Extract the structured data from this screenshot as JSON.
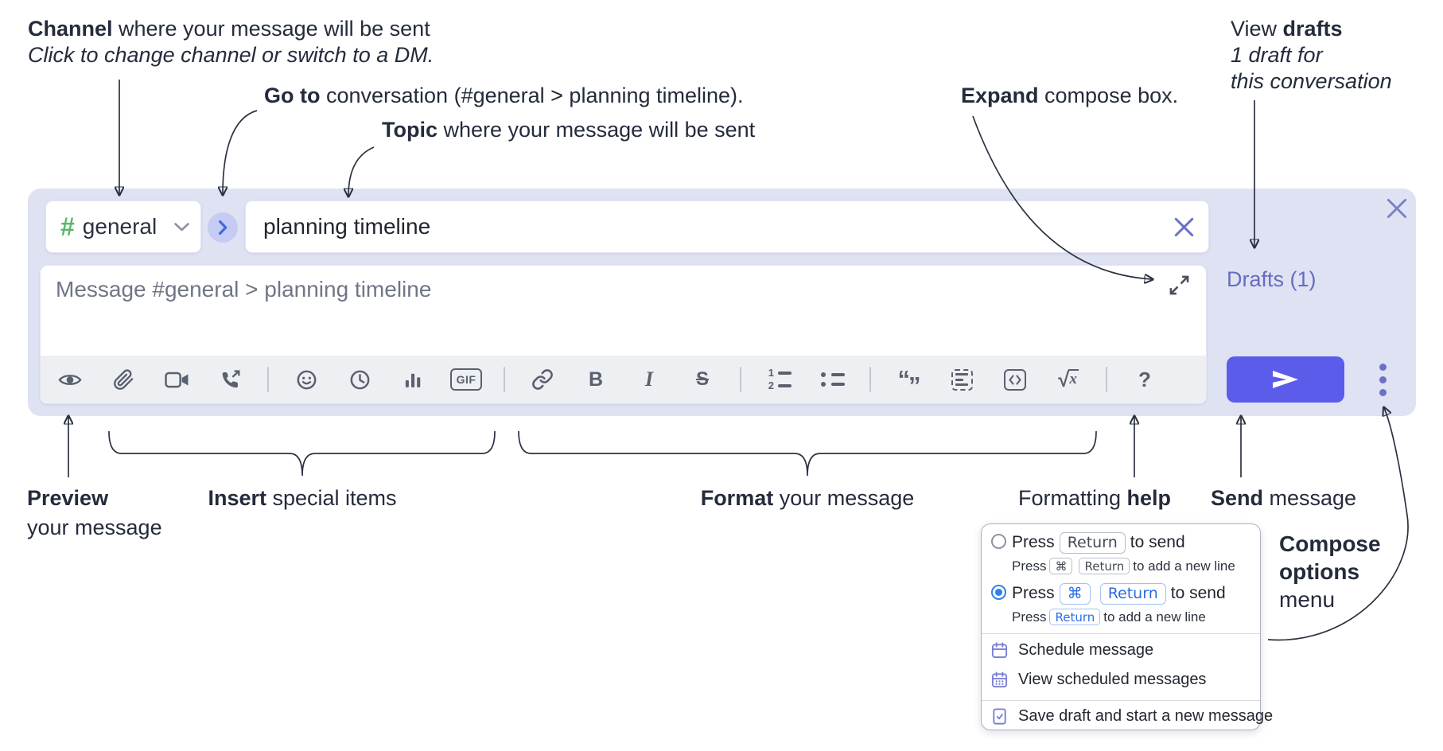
{
  "colors": {
    "panel_bg": "#dfe2f3",
    "toolbar_bg": "#edeff3",
    "send_button": "#5b5cea",
    "indigo_ui": "#6b71c5",
    "channel_green": "#5bb56a",
    "goto_chevron_blue": "#3f68de",
    "radio_selected_blue": "#2f80e8",
    "menu_icon_purple": "#7b80d4",
    "annotation_text": "#242b3b",
    "toolbar_icon_gray": "#59606e"
  },
  "annotations": {
    "channel": {
      "bold": "Channel",
      "rest": " where your message will be sent",
      "line2": "Click to change channel or switch to a DM."
    },
    "go_to": {
      "bold": "Go to",
      "rest": " conversation (#general > planning timeline)."
    },
    "topic": {
      "bold": "Topic",
      "rest": " where your message will be sent"
    },
    "expand": {
      "bold": "Expand",
      "rest": " compose box."
    },
    "view_drafts": {
      "pre": "View ",
      "bold": "drafts",
      "line2": "1 draft for",
      "line3": "this conversation"
    },
    "preview": {
      "bold": "Preview",
      "line2": "your message"
    },
    "insert": {
      "bold": "Insert",
      "rest": " special items"
    },
    "format": {
      "bold": "Format",
      "rest": " your message"
    },
    "formatting_help": {
      "pre": "Formatting ",
      "bold": "help"
    },
    "send": {
      "bold": "Send",
      "rest": " message"
    },
    "compose_options": {
      "line1": "Compose",
      "line2": "options",
      "line3": "menu"
    }
  },
  "composer": {
    "channel_hash": "#",
    "channel_name": "general",
    "topic_value": "planning timeline",
    "message_placeholder": "Message #general > planning timeline",
    "drafts_label": "Drafts (1)",
    "glyphs": {
      "gif": "GIF",
      "bold": "B",
      "italic": "I",
      "strike": "S",
      "ol_1": "1",
      "ol_2": "2",
      "quote_open": "“",
      "quote_close": "”",
      "sqrt": "√",
      "sqrt_var": "x",
      "help": "?"
    }
  },
  "menu": {
    "option_return": {
      "selected": false,
      "press": "Press",
      "key": "Return",
      "suffix": "to send",
      "sub_press": "Press",
      "sub_key1": "⌘",
      "sub_key2": "Return",
      "sub_suffix": "to add a new line"
    },
    "option_cmd_return": {
      "selected": true,
      "press": "Press",
      "key1": "⌘",
      "key2": "Return",
      "suffix": "to send",
      "sub_press": "Press",
      "sub_key": "Return",
      "sub_suffix": "to add a new line"
    },
    "items": [
      "Schedule message",
      "View scheduled messages",
      "Save draft and start a new message"
    ]
  }
}
